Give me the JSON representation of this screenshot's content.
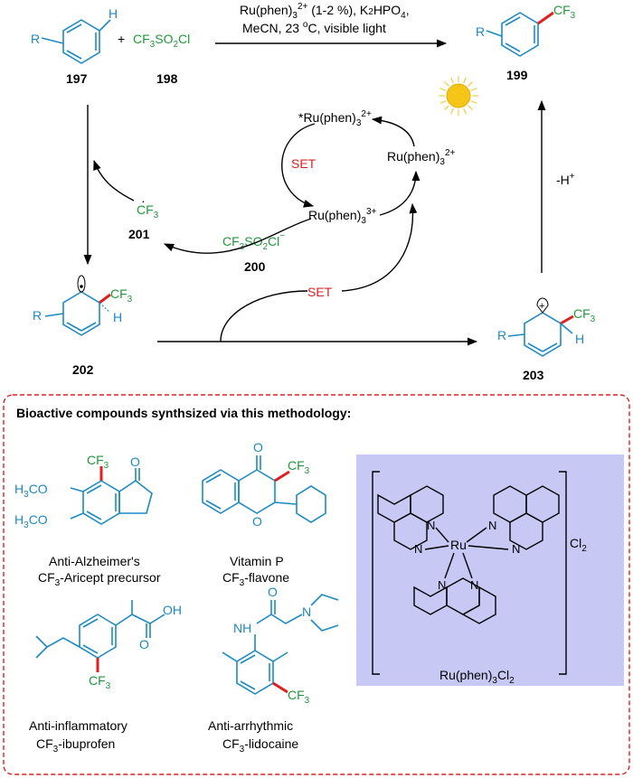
{
  "colors": {
    "structure": "#1a8ac8",
    "reagent_green": "#1f9a3a",
    "set_red": "#e0201f",
    "box_border": "#e0201f",
    "ru_panel": "#c8c8f4"
  },
  "scheme": {
    "reactant_R": "R",
    "reactant_H": "H",
    "plus": "+",
    "reagent": "CF3SO2Cl",
    "label_197": "197",
    "label_198": "198",
    "label_199": "199",
    "label_200": "200",
    "label_201": "201",
    "label_202": "202",
    "label_203": "203",
    "conditions_line1": "Ru(phen)3 2+ (1-2 %), K2HPO4,",
    "conditions_line2": "MeCN, 23 oC, visible light",
    "product_R": "R",
    "product_CF3": "CF3",
    "excited_catalyst": "*Ru(phen)3 2+",
    "catalyst_2plus": "Ru(phen)3 2+",
    "catalyst_3plus": "Ru(phen)3 3+",
    "set_label": "SET",
    "radical": "CF3",
    "sulfinate": "CF3SO2Cl−",
    "minus_h": "-H+",
    "int_202_CF3": "CF3",
    "int_202_H": "H",
    "int_202_R": "R",
    "int_203_CF3": "CF3",
    "int_203_H": "H",
    "int_203_R": "R",
    "sun_icon": "sun-icon"
  },
  "bioactive": {
    "heading": "Bioactive compounds synthsized via this methodology:",
    "compounds": [
      {
        "name_line1": "Anti-Alzheimer's",
        "name_line2": "CF3-Aricept precursor",
        "sub_labels": [
          "CF3",
          "H3CO",
          "H3CO",
          "O"
        ]
      },
      {
        "name_line1": "Vitamin P",
        "name_line2": "CF3-flavone",
        "sub_labels": [
          "O",
          "CF3",
          "O"
        ]
      },
      {
        "name_line1": "Anti-inflammatory",
        "name_line2": "CF3-ibuprofen",
        "sub_labels": [
          "OH",
          "O",
          "CF3"
        ]
      },
      {
        "name_line1": "Anti-arrhythmic",
        "name_line2": "CF3-lidocaine",
        "sub_labels": [
          "O",
          "NH",
          "N",
          "CF3"
        ]
      }
    ],
    "ru_complex": {
      "metal": "Ru",
      "counterion": "Cl2",
      "caption": "Ru(phen)3Cl2",
      "nitrogen": "N"
    }
  }
}
